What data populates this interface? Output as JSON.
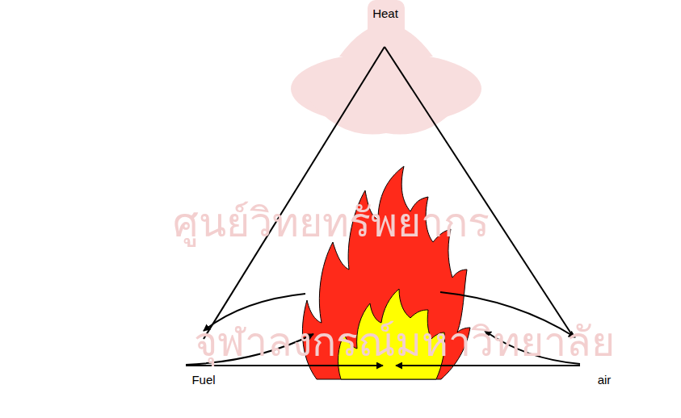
{
  "diagram": {
    "labels": [
      "Heat",
      "ศูนย์วิทยทรัพยากร",
      "จุฬาลงกรณ์มหาวิทยาลัย",
      "Fuel",
      "air"
    ]
  }
}
